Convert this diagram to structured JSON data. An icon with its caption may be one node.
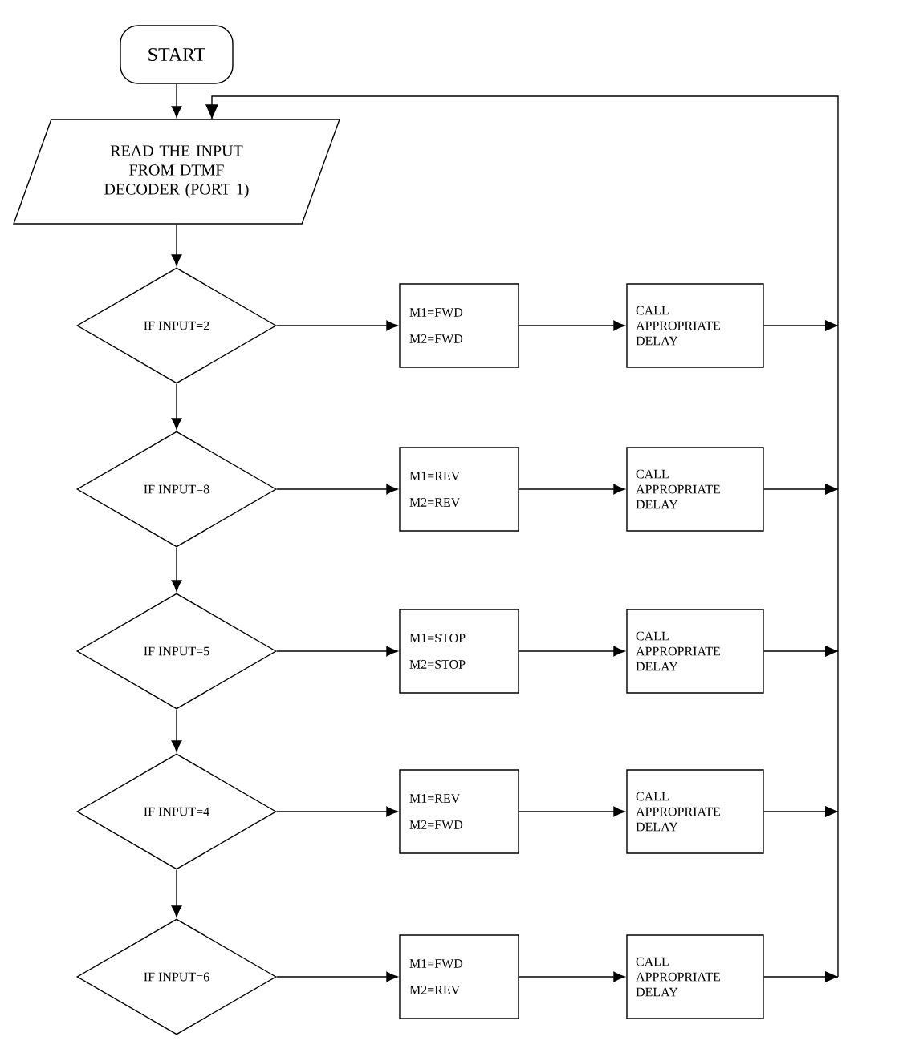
{
  "diagram": {
    "nodes": [
      {
        "text": [
          "START"
        ]
      },
      {
        "text": [
          "READ THE INPUT FROM DTMF DECODER (PORT 1)"
        ]
      },
      {
        "text": [
          "IF INPUT=2"
        ]
      },
      {
        "text": [
          "M1=FWD",
          "M2=FWD"
        ]
      },
      {
        "text": [
          "CALL APPROPRIATE DELAY"
        ]
      },
      {
        "text": [
          "IF INPUT=8"
        ]
      },
      {
        "text": [
          "M1=REV",
          "M2=REV"
        ]
      },
      {
        "text": [
          "CALL APPROPRIATE DELAY"
        ]
      },
      {
        "text": [
          "IF INPUT=5"
        ]
      },
      {
        "text": [
          "M1=STOP",
          "M2=STOP"
        ]
      },
      {
        "text": [
          "CALL APPROPRIATE DELAY"
        ]
      },
      {
        "text": [
          "IF INPUT=4"
        ]
      },
      {
        "text": [
          "M1=REV",
          "M2=FWD"
        ]
      },
      {
        "text": [
          "CALL APPROPRIATE DELAY"
        ]
      },
      {
        "text": [
          "IF INPUT=6"
        ]
      },
      {
        "text": [
          "M1=FWD",
          "M2=REV"
        ]
      },
      {
        "text": [
          "CALL APPROPRIATE DELAY"
        ]
      }
    ],
    "edges": [
      {
        "from": 0,
        "to": 1,
        "arrow": "to"
      },
      {
        "from": 1,
        "to": 2,
        "arrow": "to"
      },
      {
        "from": 2,
        "to": 3,
        "arrow": "to"
      },
      {
        "from": 3,
        "to": 4,
        "arrow": "to"
      },
      {
        "from": 4,
        "to": 1,
        "arrow": "to"
      },
      {
        "from": 2,
        "to": 5,
        "arrow": "to"
      },
      {
        "from": 5,
        "to": 6,
        "arrow": "to"
      },
      {
        "from": 6,
        "to": 7,
        "arrow": "to"
      },
      {
        "from": 7,
        "to": 1,
        "arrow": "to"
      },
      {
        "from": 5,
        "to": 8,
        "arrow": "to"
      },
      {
        "from": 8,
        "to": 9,
        "arrow": "to"
      },
      {
        "from": 9,
        "to": 10,
        "arrow": "to"
      },
      {
        "from": 10,
        "to": 1,
        "arrow": "to"
      },
      {
        "from": 8,
        "to": 11,
        "arrow": "to"
      },
      {
        "from": 11,
        "to": 12,
        "arrow": "to"
      },
      {
        "from": 12,
        "to": 13,
        "arrow": "to"
      },
      {
        "from": 13,
        "to": 1,
        "arrow": "to"
      },
      {
        "from": 11,
        "to": 14,
        "arrow": "to"
      },
      {
        "from": 14,
        "to": 15,
        "arrow": "to"
      },
      {
        "from": 15,
        "to": 16,
        "arrow": "to"
      },
      {
        "from": 16,
        "to": 1,
        "arrow": "to"
      }
    ]
  }
}
